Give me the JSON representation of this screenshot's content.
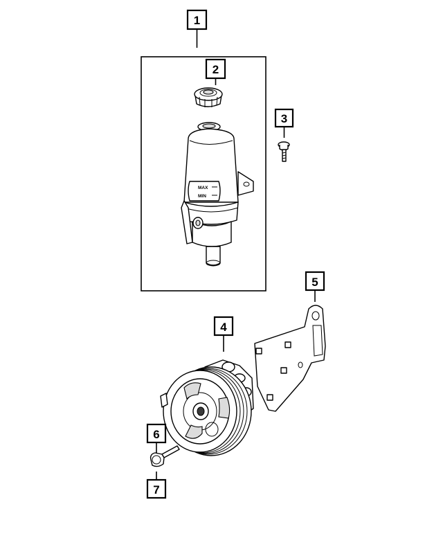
{
  "callouts": [
    {
      "id": "1",
      "label": "1"
    },
    {
      "id": "2",
      "label": "2"
    },
    {
      "id": "3",
      "label": "3"
    },
    {
      "id": "4",
      "label": "4"
    },
    {
      "id": "5",
      "label": "5"
    },
    {
      "id": "6",
      "label": "6"
    },
    {
      "id": "7",
      "label": "7"
    }
  ],
  "reservoir_marks": {
    "max": "MAX",
    "min": "MIN"
  }
}
